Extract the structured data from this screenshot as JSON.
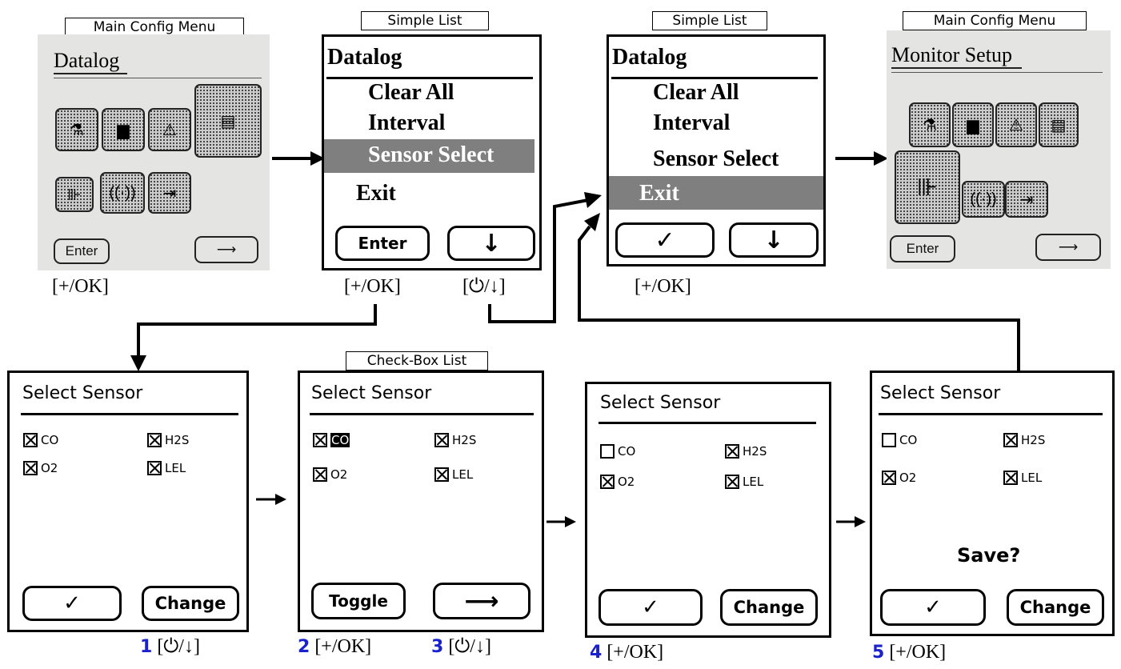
{
  "captions": {
    "main_config_1": "Main Config Menu",
    "simple_list_1": "Simple List",
    "simple_list_2": "Simple List",
    "main_config_2": "Main Config Menu",
    "checkbox_list": "Check-Box List"
  },
  "photo1": {
    "title": "Datalog",
    "enter": "Enter"
  },
  "photo2": {
    "title": "Monitor Setup",
    "enter": "Enter"
  },
  "list1": {
    "title": "Datalog",
    "items": [
      "Clear All",
      "Interval",
      "Sensor Select",
      "Exit"
    ],
    "selected": "Sensor Select",
    "left_button": "Enter",
    "right_button": "↓"
  },
  "list2": {
    "title": "Datalog",
    "items": [
      "Clear All",
      "Interval",
      "Sensor Select",
      "Exit"
    ],
    "selected": "Exit",
    "left_button": "✓",
    "right_button": "↓"
  },
  "keys": {
    "ok": "[+/OK]",
    "power_down": "[⏻/↓]"
  },
  "steps": {
    "s1": {
      "num": "1",
      "key": "[⏻/↓]"
    },
    "s2": {
      "num": "2",
      "key": "[+/OK]"
    },
    "s3": {
      "num": "3",
      "key": "[⏻/↓]"
    },
    "s4": {
      "num": "4",
      "key": "[+/OK]"
    },
    "s5": {
      "num": "5",
      "key": "[+/OK]"
    }
  },
  "select_screens": [
    {
      "title": "Select Sensor",
      "co": true,
      "h2s": true,
      "o2": true,
      "lel": true,
      "left": "✓",
      "right": "Change",
      "save": ""
    },
    {
      "title": "Select Sensor",
      "co": true,
      "h2s": true,
      "o2": true,
      "lel": true,
      "left": "Toggle",
      "right": "⟶",
      "save": ""
    },
    {
      "title": "Select Sensor",
      "co": false,
      "h2s": true,
      "o2": true,
      "lel": true,
      "left": "✓",
      "right": "Change",
      "save": ""
    },
    {
      "title": "Select Sensor",
      "co": false,
      "h2s": true,
      "o2": true,
      "lel": true,
      "left": "✓",
      "right": "Change",
      "save": "Save?"
    }
  ],
  "sensor_labels": {
    "co": "CO",
    "h2s": "H2S",
    "o2": "O2",
    "lel": "LEL"
  }
}
